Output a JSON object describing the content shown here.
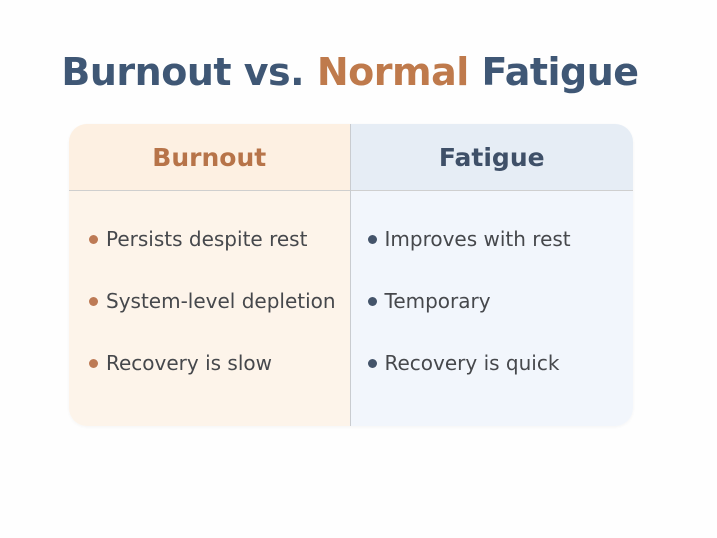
{
  "title": {
    "part1": "Burnout vs. ",
    "accent": "Normal",
    "part2": " Fatigue"
  },
  "colors": {
    "title": "#3f5775",
    "accent": "#bf7a4c",
    "burnout_bg": "#fdf4ea",
    "fatigue_bg": "#f2f6fc"
  },
  "columns": [
    {
      "header": "Burnout",
      "items": [
        "Persists despite rest",
        "System-level depletion",
        "Recovery is slow"
      ]
    },
    {
      "header": "Fatigue",
      "items": [
        "Improves with rest",
        "Temporary",
        "Recovery is quick"
      ]
    }
  ]
}
